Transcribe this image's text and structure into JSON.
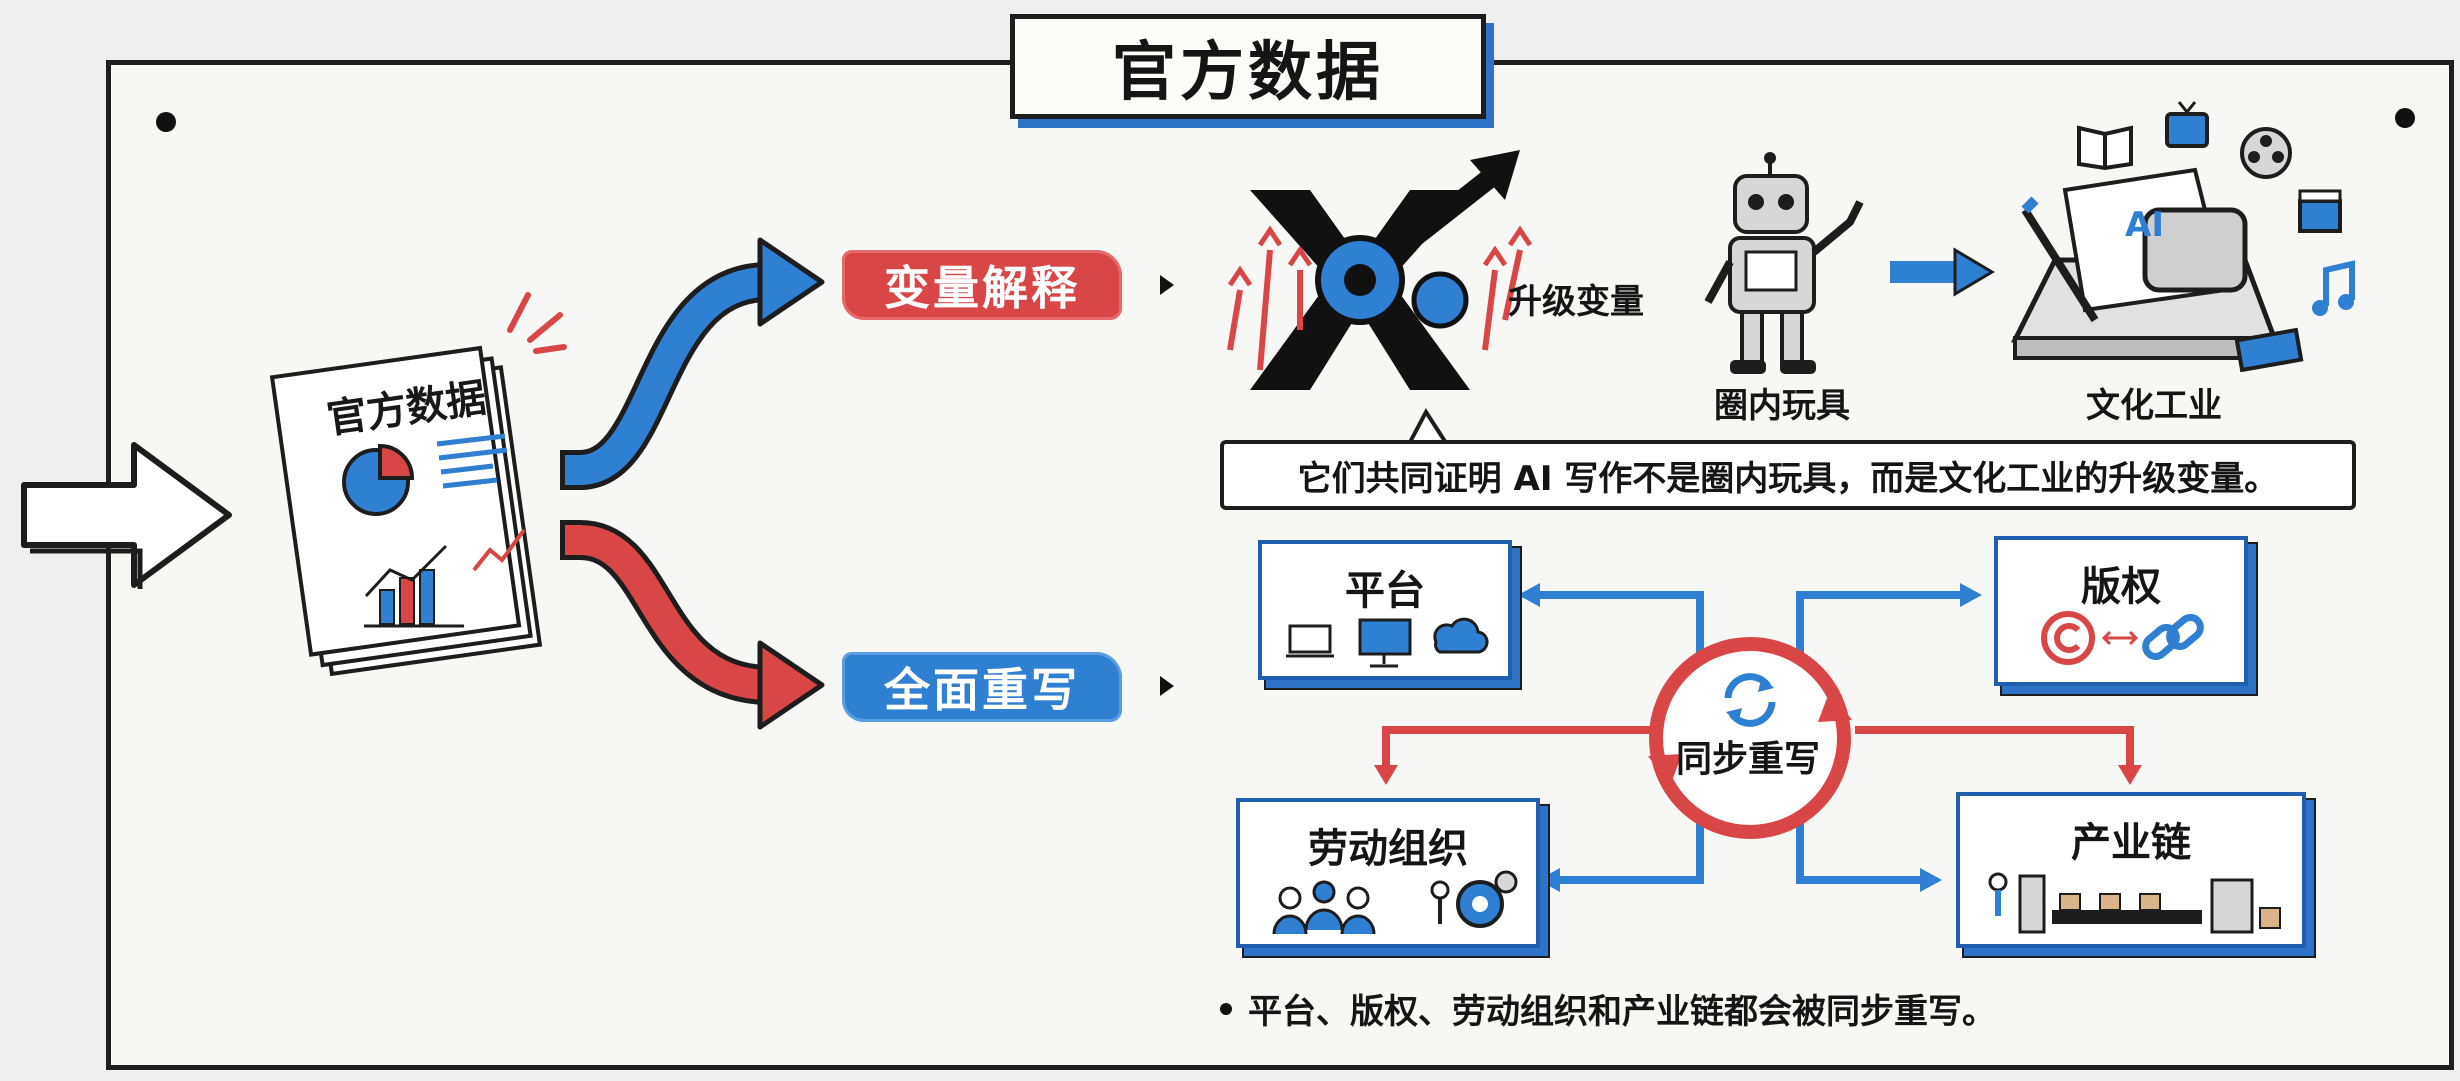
{
  "title": "官方数据",
  "document": {
    "title": "官方数据"
  },
  "branches": {
    "top": "变量解释",
    "bottom": "全面重写"
  },
  "top_row": {
    "upgrade_label": "升级变量",
    "robot_label": "圈内玩具",
    "industry_label": "文化工业",
    "ai_badge": "AI",
    "callout": "它们共同证明 AI 写作不是圈内玩具，而是文化工业的升级变量。"
  },
  "cycle": {
    "center": "同步重写",
    "cards": {
      "platform": "平台",
      "copyright": "版权",
      "labor": "劳动组织",
      "industry_chain": "产业链"
    }
  },
  "footer": {
    "note": "平台、版权、劳动组织和产业链都会被同步重写。"
  },
  "colors": {
    "red": "#d94646",
    "blue": "#2f7fd3",
    "ink": "#1d1d1d"
  },
  "icons": [
    "arrow-right-icon",
    "pie-chart-icon",
    "bar-chart-icon",
    "gear-icon",
    "robot-icon",
    "typewriter-icon",
    "book-icon",
    "tv-icon",
    "film-reel-icon",
    "music-note-icon",
    "laptop-icon",
    "cloud-icon",
    "copyright-icon",
    "chain-link-icon",
    "team-icon",
    "factory-line-icon",
    "sync-icon"
  ]
}
